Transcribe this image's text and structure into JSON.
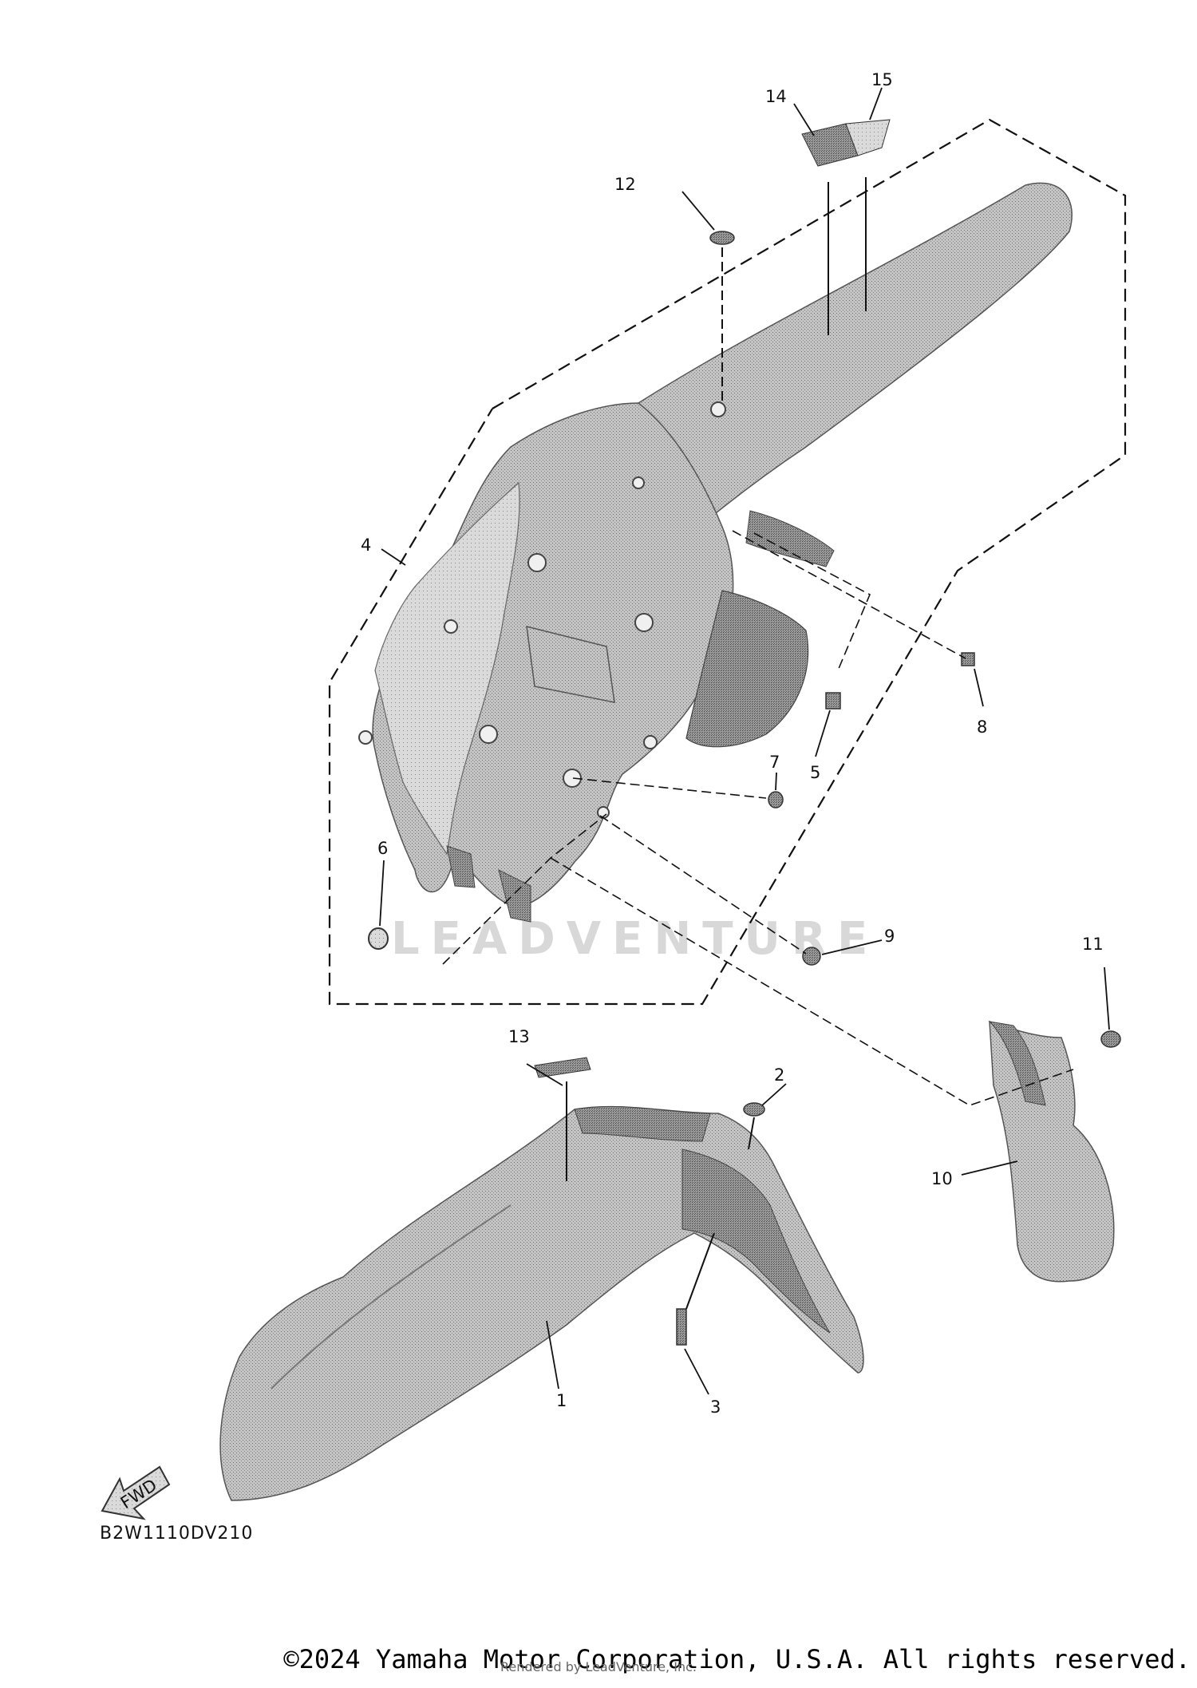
{
  "diagram": {
    "code": "B2W1110DV210",
    "watermark": "LEADVENTURE",
    "fwd_label": "FWD",
    "callouts": {
      "c1": "1",
      "c2": "2",
      "c3": "3",
      "c4": "4",
      "c5": "5",
      "c6": "6",
      "c7": "7",
      "c8": "8",
      "c9": "9",
      "c10": "10",
      "c11": "11",
      "c12": "12",
      "c13": "13",
      "c14": "14",
      "c15": "15"
    }
  },
  "footer": {
    "copyright": "©2024 Yamaha Motor Corporation, U.S.A. All rights reserved.",
    "rendered_by": "Rendered by LeadVenture, Inc."
  }
}
